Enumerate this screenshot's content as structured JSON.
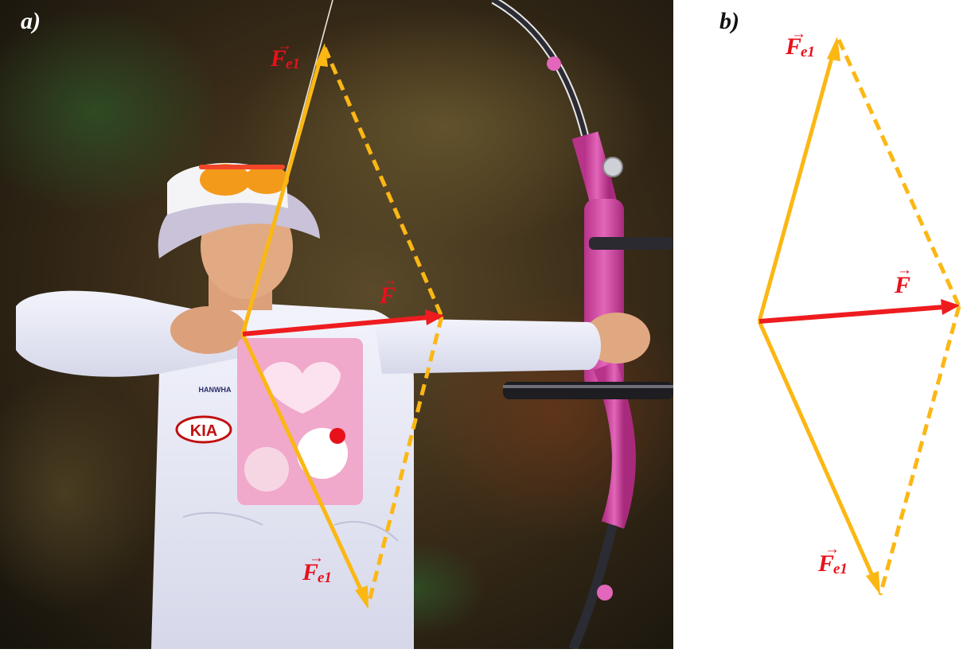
{
  "panels": {
    "a": {
      "label": "a)"
    },
    "b": {
      "label": "b)"
    }
  },
  "vectors": {
    "fe1_top": {
      "symbol": "F",
      "subscript": "e1",
      "arrow": "→"
    },
    "fe1_bottom": {
      "symbol": "F",
      "subscript": "e1",
      "arrow": "→"
    },
    "f_resultant": {
      "symbol": "F",
      "arrow": "→"
    }
  },
  "colors": {
    "component_vector": "#fbb714",
    "resultant_vector": "#ee1c1f",
    "label_red": "#e8111b",
    "bow_pink": "#d94fa8",
    "shirt": "#e9eaf5",
    "background_dark": "#2a1f14"
  },
  "photo": {
    "logos": {
      "kia": "KIA",
      "sponsor": "HANWHA"
    }
  }
}
